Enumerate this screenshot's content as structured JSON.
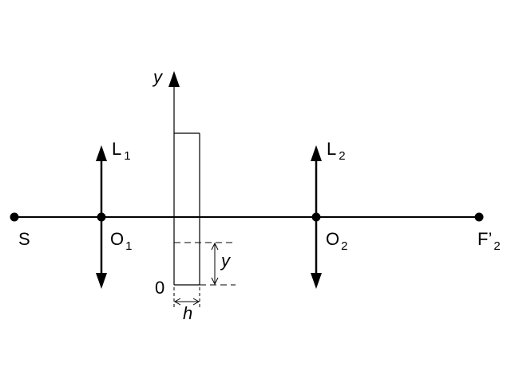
{
  "labels": {
    "source": "S",
    "lens1": {
      "main": "L",
      "sub": "1"
    },
    "center1": {
      "main": "O",
      "sub": "1"
    },
    "lens2": {
      "main": "L",
      "sub": "2"
    },
    "center2": {
      "main": "O",
      "sub": "2"
    },
    "focus": {
      "main": "F’",
      "sub": "2"
    },
    "y_axis": "y",
    "origin": "0",
    "offset": "y",
    "width": "h"
  },
  "colors": {
    "ink": "#000000",
    "background": "#ffffff"
  }
}
